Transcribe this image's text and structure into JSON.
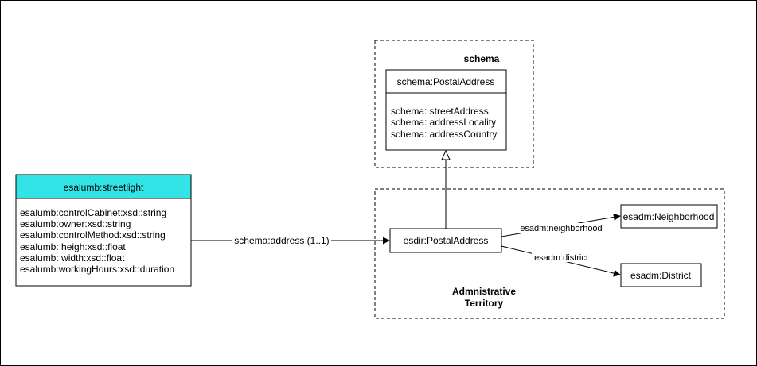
{
  "diagram": {
    "streetlight": {
      "title": "esalumb:streetlight",
      "header_color": "#33e4e6",
      "attributes": [
        "esalumb:controlCabinet:xsd::string",
        "esalumb:owner:xsd::string",
        "esalumb:controlMethod:xsd::string",
        "esalumb: heigh:xsd::float",
        "esalumb: width:xsd::float",
        "esalumb:workingHours:xsd::duration"
      ]
    },
    "schema_group": {
      "label": "schema",
      "class": {
        "title": "schema:PostalAddress",
        "attributes": [
          "schema: streetAddress",
          "schema: addressLocality",
          "schema: addressCountry"
        ]
      }
    },
    "territory_group": {
      "label_line1": "Admnistrative",
      "label_line2": "Territory"
    },
    "postal_address": {
      "label": "esdir:PostalAddress"
    },
    "neighborhood": {
      "label": "esadm:Neighborhood"
    },
    "district": {
      "label": "esadm:District"
    },
    "edges": {
      "address": "schema:address (1..1)",
      "neighborhood": "esadm:neighborhood",
      "district": "esadm:district"
    }
  }
}
